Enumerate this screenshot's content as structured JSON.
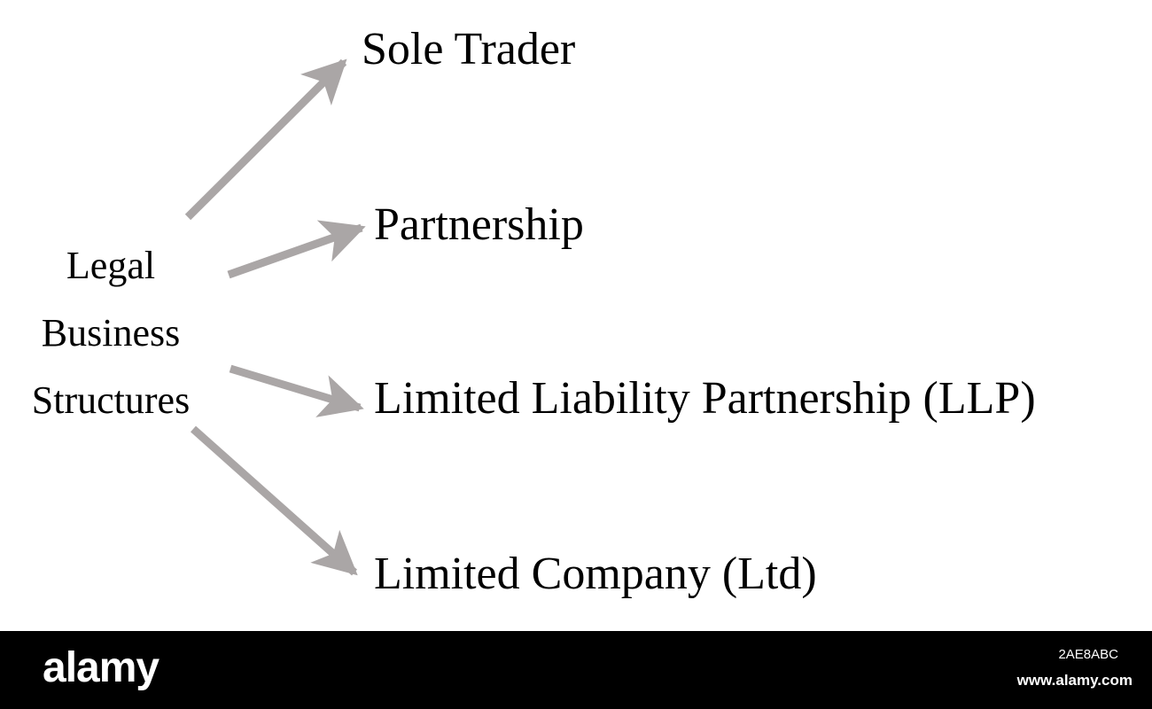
{
  "diagram": {
    "source_label": [
      "Legal",
      "Business",
      "Structures"
    ],
    "targets": [
      "Sole Trader",
      "Partnership",
      "Limited Liability Partnership (LLP)",
      "Limited Company (Ltd)"
    ],
    "arrow_color": "#aaa6a6",
    "text_color": "#000000"
  },
  "watermark": {
    "logo_text": "alamy",
    "image_id": "2AE8ABC",
    "site": "www.alamy.com",
    "bar_color": "#000000"
  }
}
